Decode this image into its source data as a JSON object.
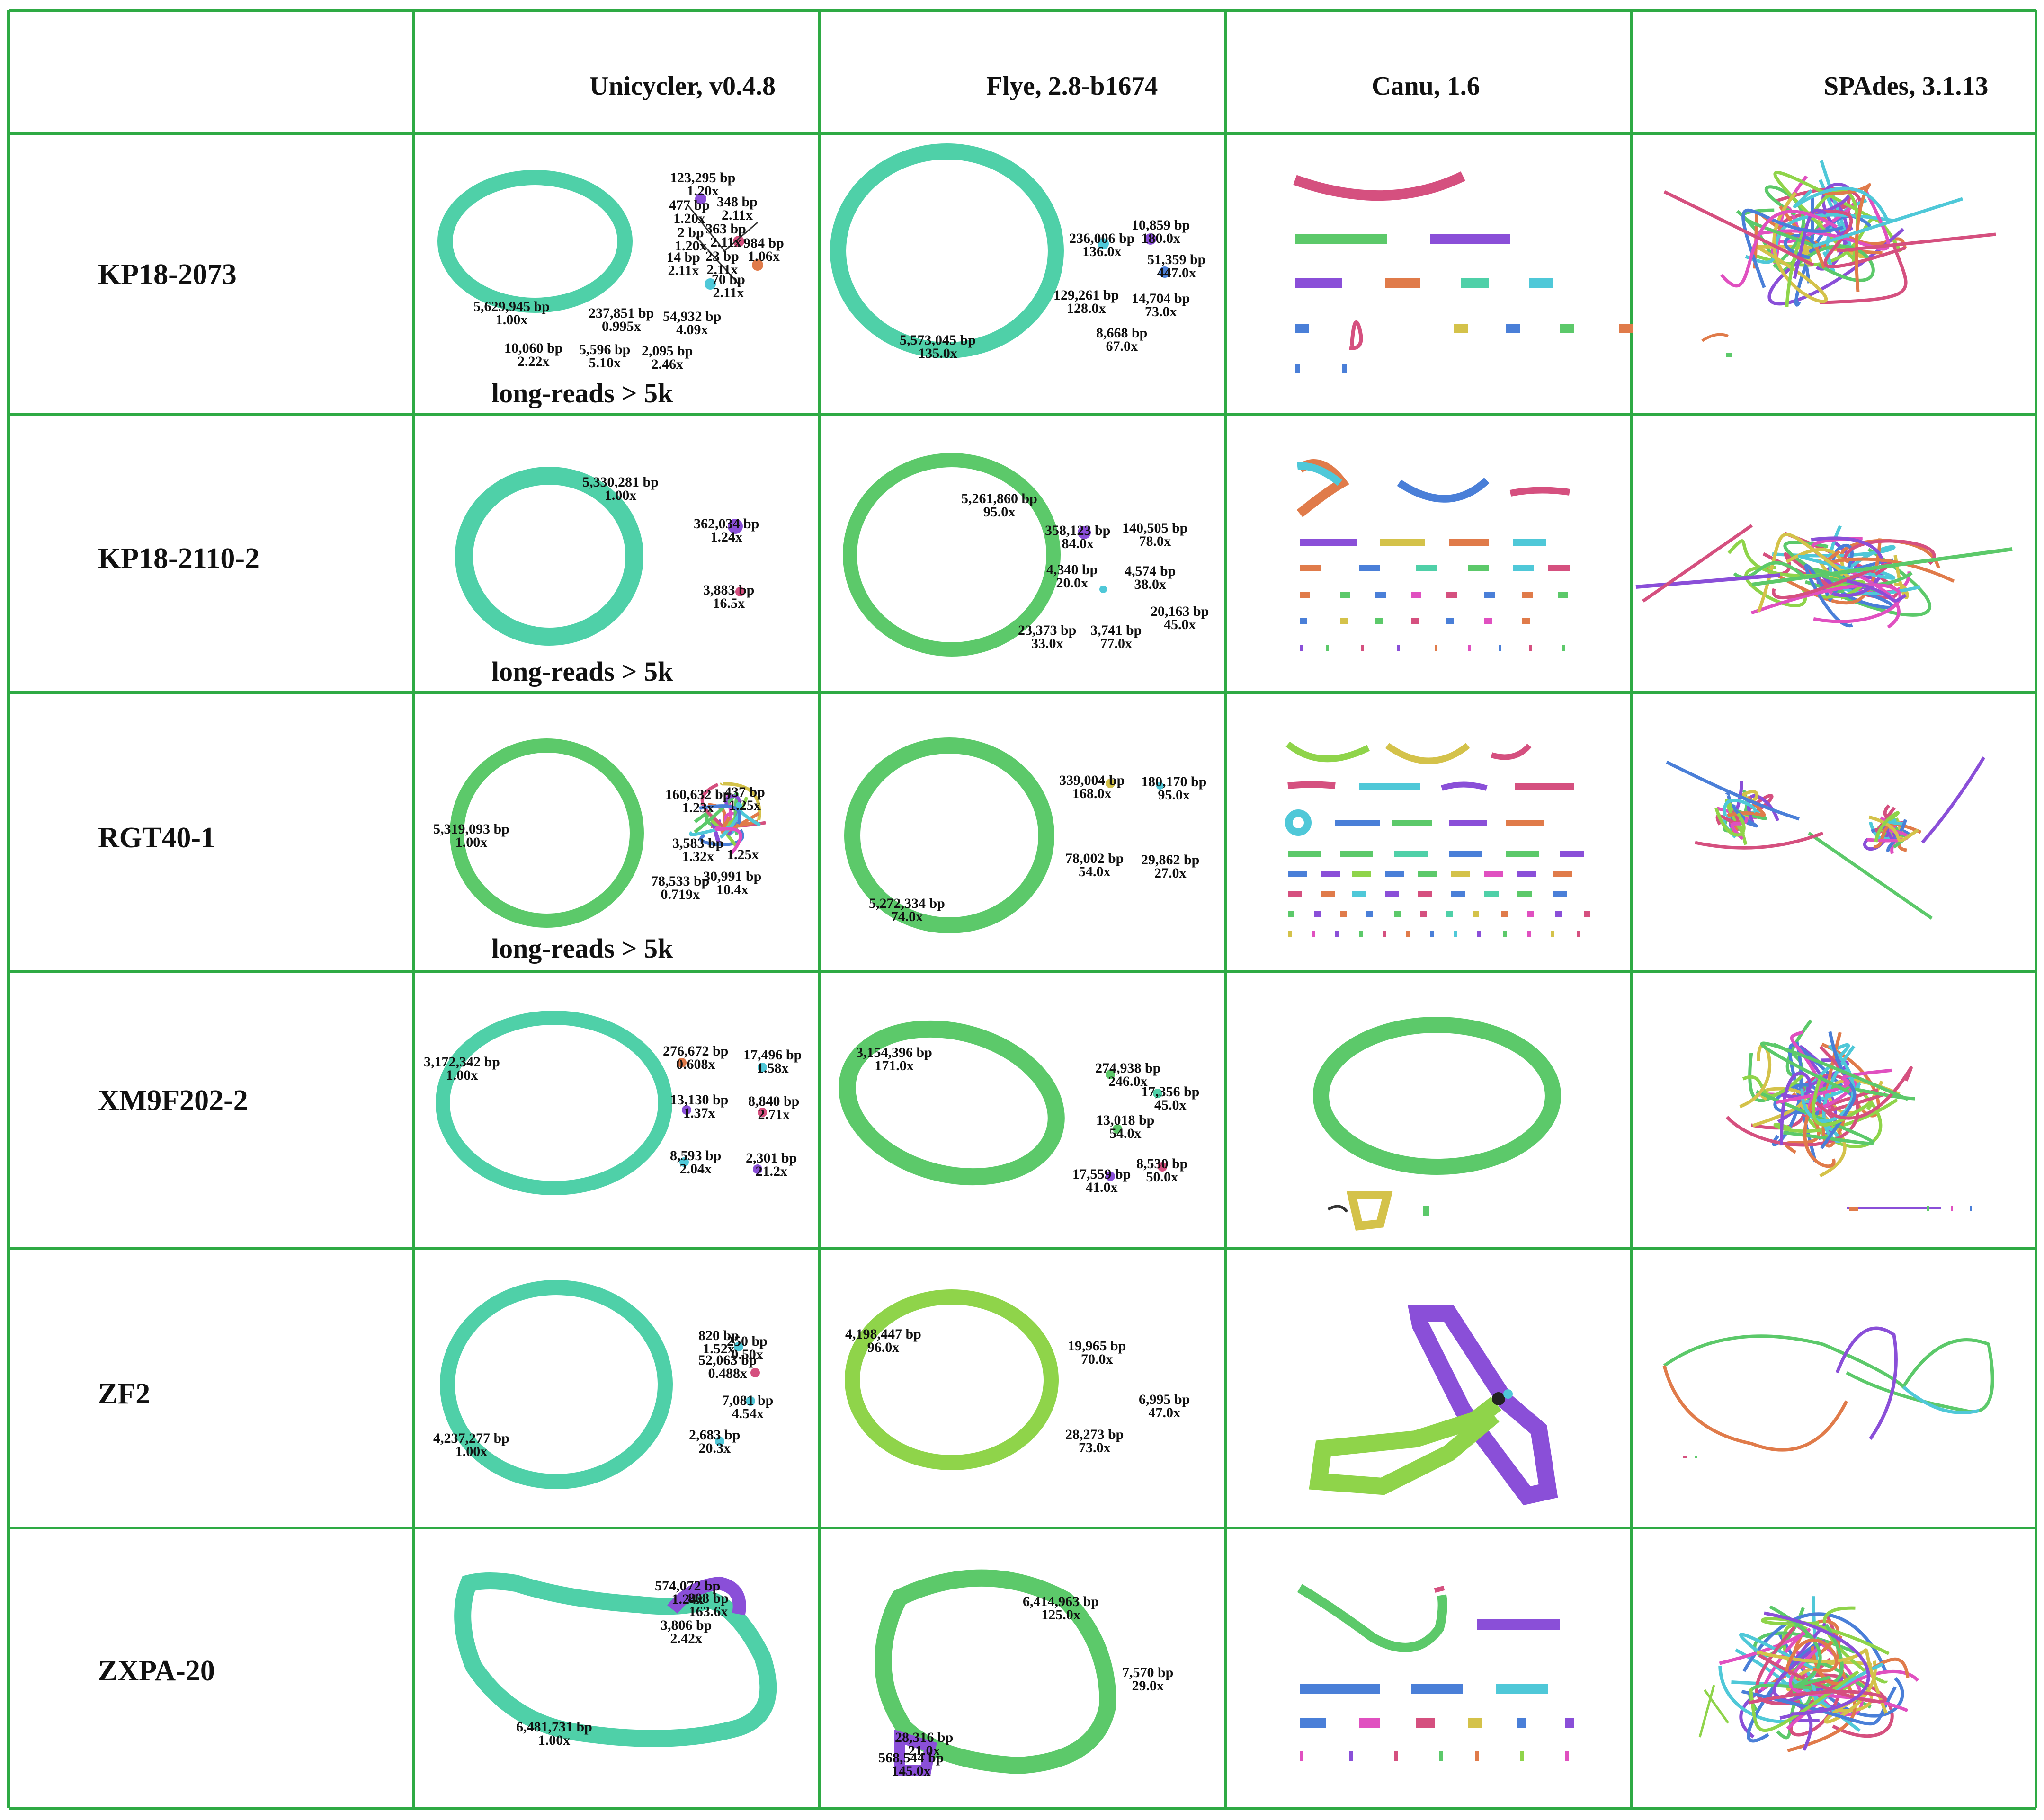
{
  "table": {
    "columns": [
      "",
      "Unicycler, v0.4.8",
      "Flye, 2.8-b1674",
      "Canu, 1.6",
      "SPAdes, 3.1.13"
    ],
    "rows": [
      {
        "label": "KP18-2073",
        "unicycler_note": "long-reads > 5k",
        "unicycler": [
          [
            "5,629,945 bp",
            "1.00x"
          ],
          [
            "123,295 bp",
            "1.20x"
          ],
          [
            "477 bp",
            "1.20x"
          ],
          [
            "348 bp",
            "2.11x"
          ],
          [
            "2 bp",
            "1.20x"
          ],
          [
            "363 bp",
            "2.11x"
          ],
          [
            "984 bp",
            "1.06x"
          ],
          [
            "14 bp",
            "2.11x"
          ],
          [
            "23 bp",
            "2.11x"
          ],
          [
            "70 bp",
            "2.11x"
          ],
          [
            "237,851 bp",
            "0.995x"
          ],
          [
            "54,932 bp",
            "4.09x"
          ],
          [
            "10,060 bp",
            "2.22x"
          ],
          [
            "5,596 bp",
            "5.10x"
          ],
          [
            "2,095 bp",
            "2.46x"
          ]
        ],
        "flye": [
          [
            "5,573,045 bp",
            "135.0x"
          ],
          [
            "236,006 bp",
            "136.0x"
          ],
          [
            "10,859 bp",
            "180.0x"
          ],
          [
            "51,359 bp",
            "447.0x"
          ],
          [
            "129,261 bp",
            "128.0x"
          ],
          [
            "14,704 bp",
            "73.0x"
          ],
          [
            "8,668 bp",
            "67.0x"
          ]
        ]
      },
      {
        "label": "KP18-2110-2",
        "unicycler_note": "long-reads > 5k",
        "unicycler": [
          [
            "5,330,281 bp",
            "1.00x"
          ],
          [
            "362,034 bp",
            "1.24x"
          ],
          [
            "3,883 bp",
            "16.5x"
          ]
        ],
        "flye": [
          [
            "5,261,860 bp",
            "95.0x"
          ],
          [
            "358,123 bp",
            "84.0x"
          ],
          [
            "140,505 bp",
            "78.0x"
          ],
          [
            "4,340 bp",
            "20.0x"
          ],
          [
            "4,574 bp",
            "38.0x"
          ],
          [
            "20,163 bp",
            "45.0x"
          ],
          [
            "23,373 bp",
            "33.0x"
          ],
          [
            "3,741 bp",
            "77.0x"
          ]
        ]
      },
      {
        "label": "RGT40-1",
        "unicycler_note": "long-reads > 5k",
        "unicycler": [
          [
            "5,319,093 bp",
            "1.00x"
          ],
          [
            "160,632 bp",
            "1.23x"
          ],
          [
            "437 bp",
            "1.25x"
          ],
          [
            "3,583 bp",
            "1.32x"
          ],
          [
            "1.25x",
            ""
          ],
          [
            "78,533 bp",
            "0.719x"
          ],
          [
            "30,991 bp",
            "10.4x"
          ]
        ],
        "flye": [
          [
            "5,272,334 bp",
            "74.0x"
          ],
          [
            "339,004 bp",
            "168.0x"
          ],
          [
            "180,170 bp",
            "95.0x"
          ],
          [
            "78,002 bp",
            "54.0x"
          ],
          [
            "29,862 bp",
            "27.0x"
          ]
        ]
      },
      {
        "label": "XM9F202-2",
        "unicycler_note": "",
        "unicycler": [
          [
            "3,172,342 bp",
            "1.00x"
          ],
          [
            "276,672 bp",
            "0.608x"
          ],
          [
            "17,496 bp",
            "1.58x"
          ],
          [
            "13,130 bp",
            "1.37x"
          ],
          [
            "8,840 bp",
            "2.71x"
          ],
          [
            "8,593 bp",
            "2.04x"
          ],
          [
            "2,301 bp",
            "21.2x"
          ]
        ],
        "flye": [
          [
            "3,154,396 bp",
            "171.0x"
          ],
          [
            "274,938 bp",
            "246.0x"
          ],
          [
            "17,356 bp",
            "45.0x"
          ],
          [
            "13,018 bp",
            "54.0x"
          ],
          [
            "17,559 bp",
            "41.0x"
          ],
          [
            "8,530 bp",
            "50.0x"
          ]
        ]
      },
      {
        "label": "ZF2",
        "unicycler_note": "",
        "unicycler": [
          [
            "4,237,277 bp",
            "1.00x"
          ],
          [
            "820 bp",
            "1.52x"
          ],
          [
            "250 bp",
            "0.50x"
          ],
          [
            "52,063 bp",
            "0.488x"
          ],
          [
            "7,081 bp",
            "4.54x"
          ],
          [
            "2,683 bp",
            "20.3x"
          ]
        ],
        "flye": [
          [
            "4,198,447 bp",
            "96.0x"
          ],
          [
            "19,965 bp",
            "70.0x"
          ],
          [
            "6,995 bp",
            "47.0x"
          ],
          [
            "28,273 bp",
            "73.0x"
          ]
        ]
      },
      {
        "label": "ZXPA-20",
        "unicycler_note": "",
        "unicycler": [
          [
            "6,481,731 bp",
            "1.00x"
          ],
          [
            "574,072 bp",
            "1.24x"
          ],
          [
            "808 bp",
            "163.6x"
          ],
          [
            "3,806 bp",
            "2.42x"
          ]
        ],
        "flye": [
          [
            "6,414,963 bp",
            "125.0x"
          ],
          [
            "7,570 bp",
            "29.0x"
          ],
          [
            "28,316 bp",
            "21.0x"
          ],
          [
            "568,544 bp",
            "145.0x"
          ]
        ]
      }
    ]
  },
  "colors": {
    "grid": "#2eaa44",
    "teal": "#4fd0a8",
    "green": "#5cc96a",
    "magenta": "#d5507f",
    "lime": "#8fd44a",
    "purple": "#8a4fd8",
    "orange": "#e07b4a",
    "cyan": "#4fc8d8",
    "blue": "#4a7fd8",
    "pink": "#e050c0",
    "yellow": "#d4c24a"
  }
}
